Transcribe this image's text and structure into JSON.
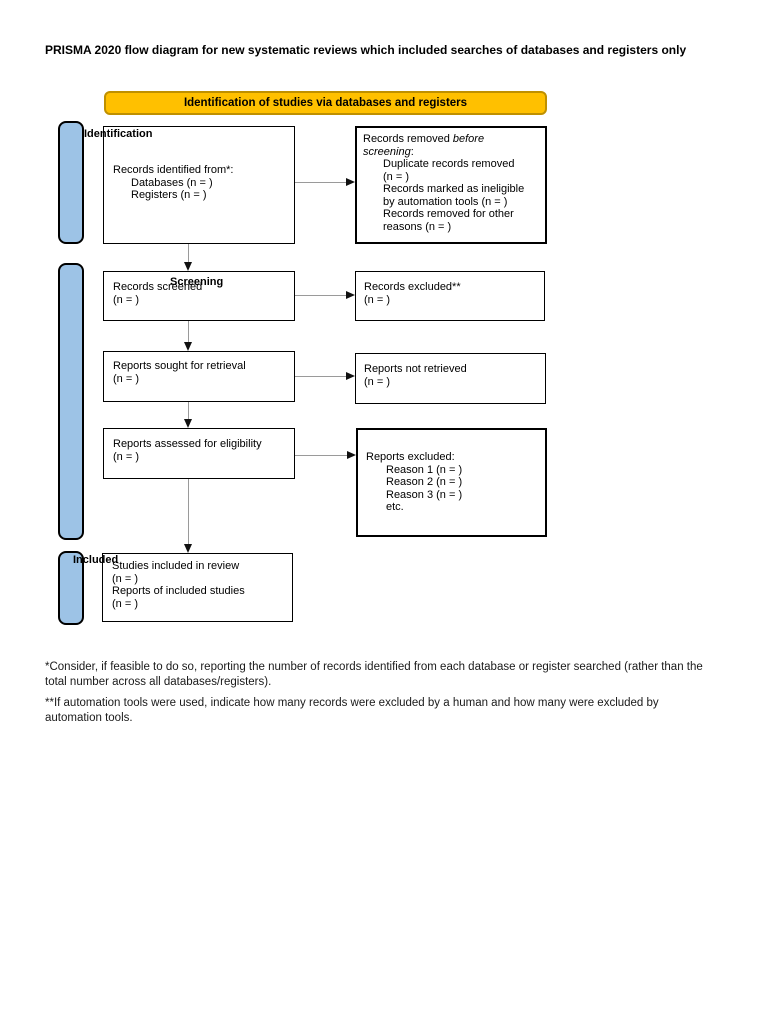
{
  "page": {
    "title": "PRISMA 2020 flow diagram for new systematic reviews which included searches of databases and registers only"
  },
  "banner": {
    "label": "Identification of studies via databases and registers"
  },
  "sections": {
    "identification": "Identification",
    "screening": "Screening",
    "included": "Included"
  },
  "boxes": {
    "records_identified": [
      {
        "seg": [
          {
            "t": "Records identified from*:"
          }
        ]
      },
      {
        "ind": 1,
        "seg": [
          {
            "t": "Databases (n = )"
          }
        ]
      },
      {
        "ind": 1,
        "seg": [
          {
            "t": "Registers (n = )"
          }
        ]
      }
    ],
    "records_removed": [
      {
        "seg": [
          {
            "t": "Records removed "
          },
          {
            "t": "before",
            "i": 1
          }
        ]
      },
      {
        "seg": [
          {
            "t": "screening",
            "i": 1
          },
          {
            "t": ":"
          }
        ]
      },
      {
        "ind": 1,
        "seg": [
          {
            "t": "Duplicate records removed"
          }
        ]
      },
      {
        "ind": 1,
        "seg": [
          {
            "t": "(n = )"
          }
        ]
      },
      {
        "ind": 1,
        "seg": [
          {
            "t": "Records marked as ineligible"
          }
        ]
      },
      {
        "ind": 1,
        "seg": [
          {
            "t": "by automation tools (n = )"
          }
        ]
      },
      {
        "ind": 1,
        "seg": [
          {
            "t": "Records removed for other"
          }
        ]
      },
      {
        "ind": 1,
        "seg": [
          {
            "t": "reasons (n = )"
          }
        ]
      }
    ],
    "records_screened": [
      {
        "seg": [
          {
            "t": "Records screened"
          }
        ]
      },
      {
        "seg": [
          {
            "t": "(n = )"
          }
        ]
      }
    ],
    "records_excluded": [
      {
        "seg": [
          {
            "t": "Records excluded**"
          }
        ]
      },
      {
        "seg": [
          {
            "t": "(n = )"
          }
        ]
      }
    ],
    "reports_sought": [
      {
        "seg": [
          {
            "t": "Reports sought for retrieval"
          }
        ]
      },
      {
        "seg": [
          {
            "t": "(n = )"
          }
        ]
      }
    ],
    "reports_not_retrieved": [
      {
        "seg": [
          {
            "t": "Reports not retrieved"
          }
        ]
      },
      {
        "seg": [
          {
            "t": "(n = )"
          }
        ]
      }
    ],
    "reports_assessed": [
      {
        "seg": [
          {
            "t": "Reports assessed for eligibility"
          }
        ]
      },
      {
        "seg": [
          {
            "t": "(n = )"
          }
        ]
      }
    ],
    "reports_excluded": [
      {
        "seg": [
          {
            "t": "Reports excluded:"
          }
        ]
      },
      {
        "ind": 1,
        "seg": [
          {
            "t": "Reason 1 (n = )"
          }
        ]
      },
      {
        "ind": 1,
        "seg": [
          {
            "t": "Reason 2 (n = )"
          }
        ]
      },
      {
        "ind": 1,
        "seg": [
          {
            "t": "Reason 3 (n = )"
          }
        ]
      },
      {
        "ind": 1,
        "seg": [
          {
            "t": "etc."
          }
        ]
      }
    ],
    "studies_included": [
      {
        "seg": [
          {
            "t": "Studies included in review"
          }
        ]
      },
      {
        "seg": [
          {
            "t": "(n = )"
          }
        ]
      },
      {
        "seg": [
          {
            "t": "Reports of included studies"
          }
        ]
      },
      {
        "seg": [
          {
            "t": "(n = )"
          }
        ]
      }
    ]
  },
  "footnotes": [
    "*Consider, if feasible to do so, reporting the number of records identified from each database or register searched (rather than the total number across all databases/registers).",
    "**If automation tools were used, indicate how many records were excluded by a human and how many were excluded by automation tools."
  ],
  "colors": {
    "banner_fill": "#FFC000",
    "banner_border": "#BF9000",
    "sidebar_fill": "#9DC3E6",
    "sidebar_border": "#000000",
    "box_border": "#000000",
    "arrow_shaft": "#9A9A9A",
    "arrow_head": "#111111",
    "text": "#000000"
  }
}
